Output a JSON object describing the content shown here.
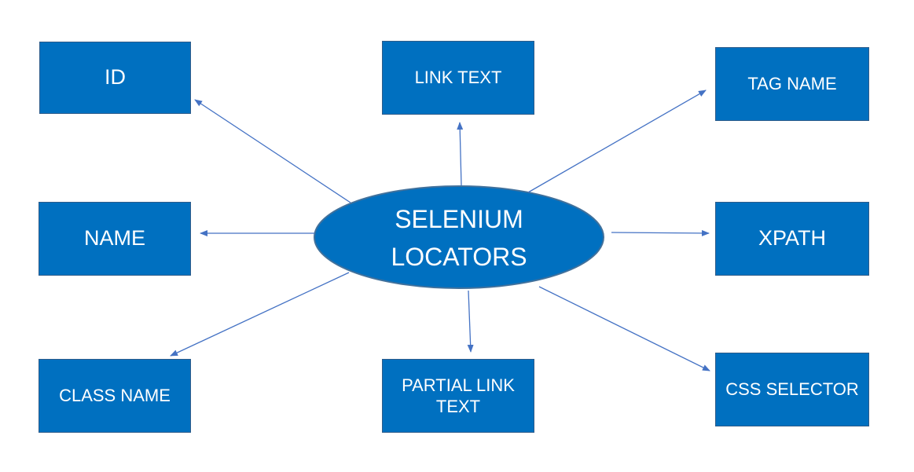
{
  "diagram": {
    "center": {
      "line1": "SELENIUM",
      "line2": "LOCATORS"
    },
    "nodes": {
      "id": "ID",
      "link_text": "LINK TEXT",
      "tag_name": "TAG NAME",
      "name": "NAME",
      "xpath": "XPATH",
      "class_name": "CLASS NAME",
      "partial_link_text_line1": "PARTIAL LINK",
      "partial_link_text_line2": "TEXT",
      "css_selector": "CSS SELECTOR"
    },
    "colors": {
      "box_fill": "#0070c0",
      "arrow": "#4472c4",
      "ellipse_border": "#41719c"
    }
  }
}
